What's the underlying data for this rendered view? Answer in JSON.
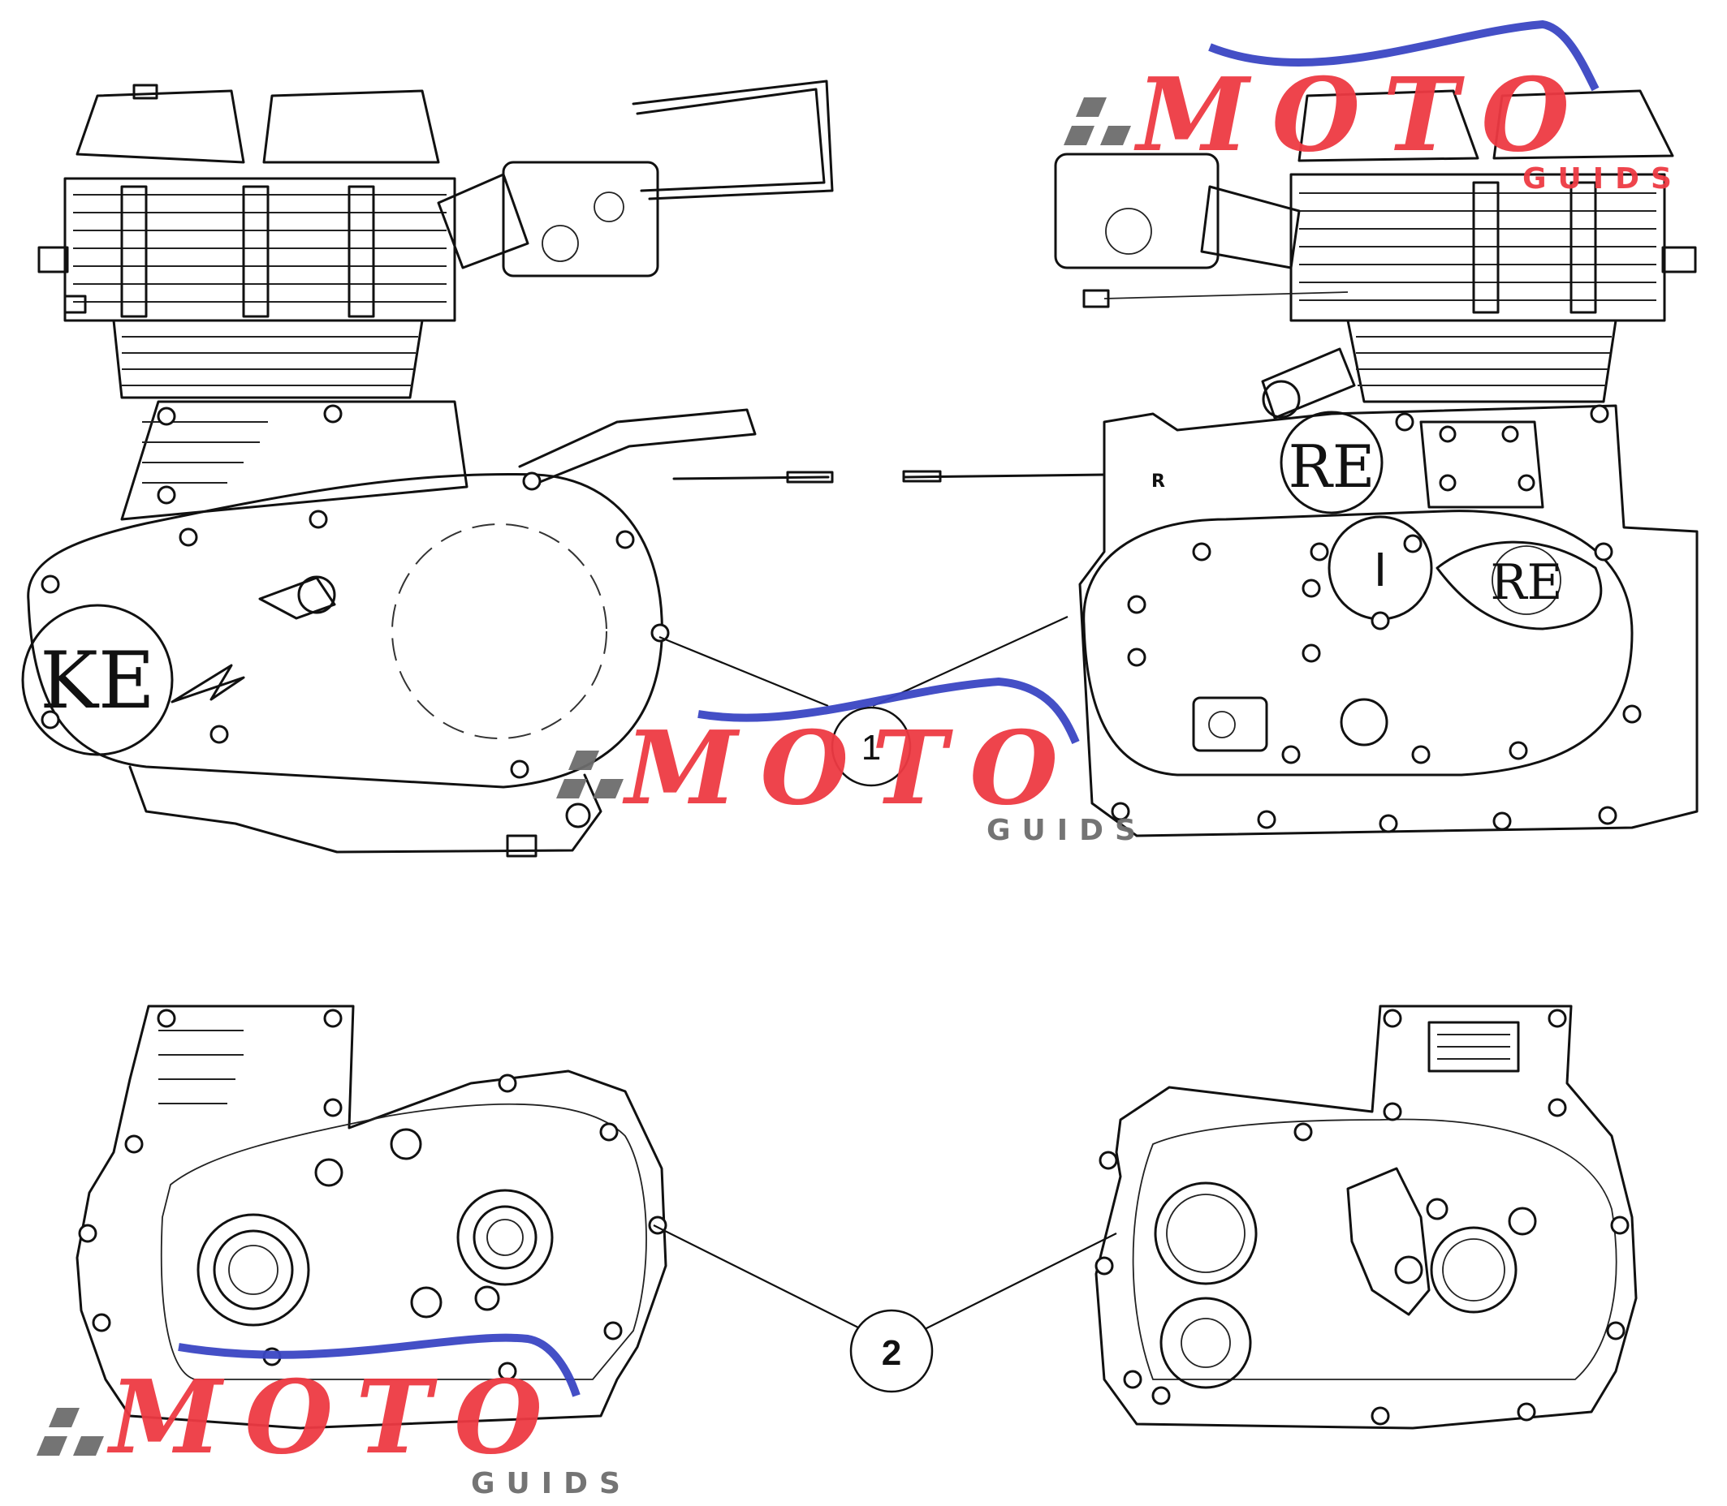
{
  "callouts": [
    {
      "id": "1",
      "label": "1"
    },
    {
      "id": "2",
      "label": "2"
    }
  ],
  "case_marks": {
    "left_cover_logo": "KE",
    "right_cover_logo": "RE",
    "right_emblem": "RE",
    "side_marker": "R",
    "timing_plate_mark": "I"
  },
  "watermark": {
    "brand": "MOTO",
    "subtitle": "GUIDS",
    "colors": {
      "red": "#ee3a43",
      "blue": "#3b46c4",
      "gray": "#6d6d6d"
    }
  }
}
